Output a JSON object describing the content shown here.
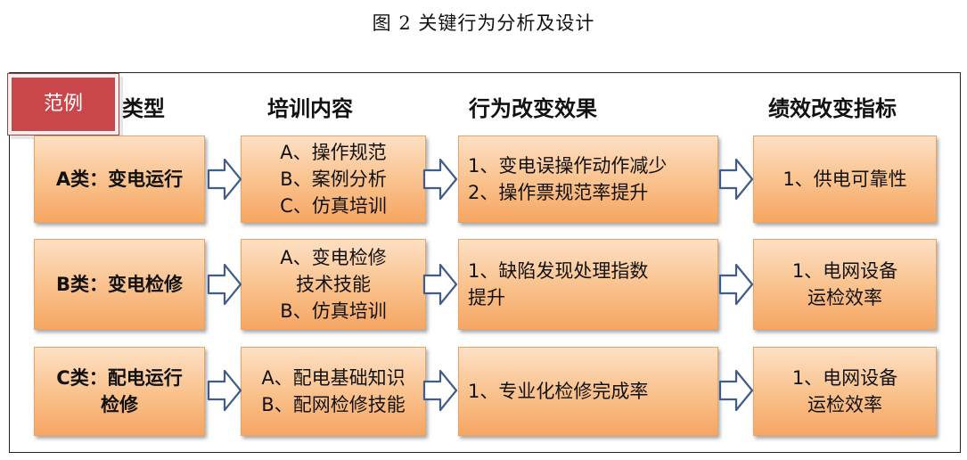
{
  "caption": "图 2  关键行为分析及设计",
  "tag_label": "范例",
  "headers": {
    "type": "类型",
    "training": "培训内容",
    "behavior": "行为改变效果",
    "metric": "绩效改变指标"
  },
  "rows": [
    {
      "type": [
        "A类：变电运行"
      ],
      "training": [
        "A、操作规范",
        "B、案例分析",
        "C、仿真培训"
      ],
      "behavior": [
        "1、变电误操作动作减少",
        "2、操作票规范率提升"
      ],
      "metric": [
        "1、供电可靠性"
      ]
    },
    {
      "type": [
        "B类：变电检修"
      ],
      "training": [
        "A、变电检修",
        "技术技能",
        "B、仿真培训"
      ],
      "behavior": [
        "1、缺陷发现处理指数",
        "提升"
      ],
      "metric": [
        "1、电网设备",
        "运检效率"
      ]
    },
    {
      "type": [
        "C类：配电运行",
        "检修"
      ],
      "training": [
        "A、配电基础知识",
        "B、配网检修技能"
      ],
      "behavior": [
        "1、专业化检修完成率"
      ],
      "metric": [
        "1、电网设备",
        "运检效率"
      ]
    }
  ],
  "colors": {
    "box_top": "#fde0c4",
    "box_bottom": "#f6a663",
    "tag": "#c9474a",
    "arrow_stroke": "#3f5c8a"
  }
}
